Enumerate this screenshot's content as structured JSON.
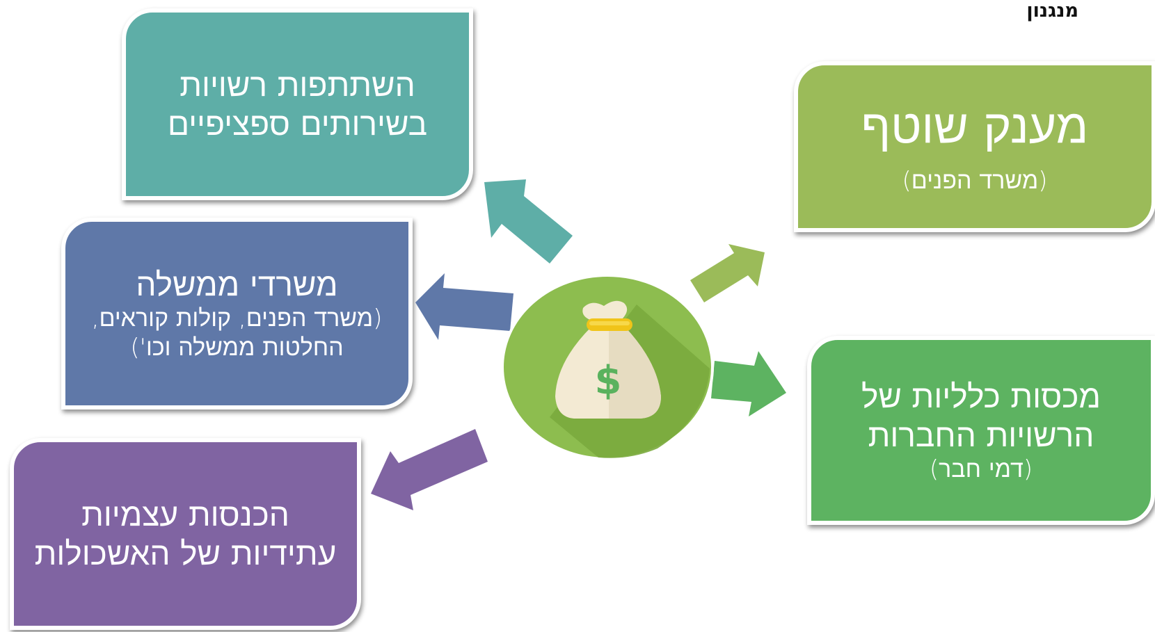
{
  "corner_label": "מנגנון",
  "boxes": {
    "top_left": {
      "lines": [
        "השתתפות רשויות",
        "בשירותים ספציפיים"
      ],
      "color": "#5eaea7"
    },
    "middle_left": {
      "title": "משרדי ממשלה",
      "lines": [
        "(משרד הפנים, קולות קוראים,",
        "החלטות ממשלה וכו')"
      ],
      "color": "#5f78a8"
    },
    "bottom_left": {
      "lines": [
        "הכנסות עצמיות",
        "עתידיות של האשכולות"
      ],
      "color": "#8064a2"
    },
    "top_right": {
      "title": "מענק שוטף",
      "subtitle": "(משרד הפנים)",
      "color": "#9bbb59"
    },
    "bottom_right": {
      "lines": [
        "מכסות כלליות של",
        "הרשויות החברות",
        "(דמי חבר)"
      ],
      "color": "#5db361"
    }
  },
  "center_icon": {
    "name": "money-bag-icon",
    "symbol": "$",
    "circle_color": "#8dbd4f"
  }
}
